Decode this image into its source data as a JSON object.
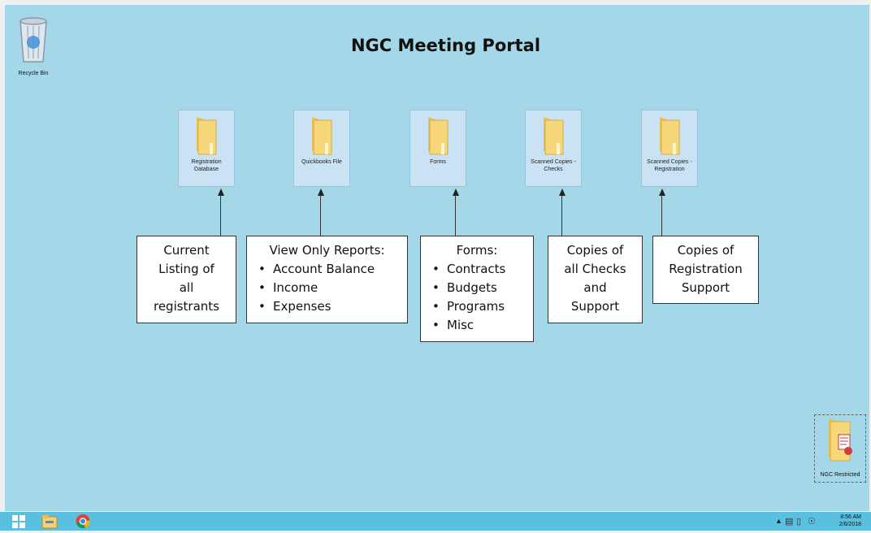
{
  "desktop": {
    "title": "NGC Meeting Portal",
    "recycle_bin": {
      "label": "Recycle Bin"
    },
    "folders": [
      {
        "label": "Registration Database"
      },
      {
        "label": "Quickbooks File"
      },
      {
        "label": "Forms"
      },
      {
        "label": "Scanned Copies - Checks"
      },
      {
        "label": "Scanned Copies - Registration"
      }
    ],
    "restricted_folder": {
      "label": "NGC Restricted"
    }
  },
  "callouts": {
    "registration": {
      "lines": [
        "Current",
        "Listing of",
        "all",
        "registrants"
      ]
    },
    "quickbooks": {
      "heading": "View Only Reports:",
      "items": [
        "Account Balance",
        "Income",
        "Expenses"
      ]
    },
    "forms": {
      "heading": "Forms:",
      "items": [
        "Contracts",
        "Budgets",
        "Programs",
        "Misc"
      ]
    },
    "checks": {
      "lines": [
        "Copies of",
        "all Checks",
        "and",
        "Support"
      ]
    },
    "scanned_registration": {
      "lines": [
        "Copies of",
        "Registration",
        "Support"
      ]
    }
  },
  "taskbar": {
    "clock_time": "8:56 AM",
    "clock_date": "2/6/2018",
    "icons": [
      "windows-start-icon",
      "file-explorer-icon",
      "chrome-icon"
    ],
    "tray_icons": [
      "chevron-up-icon",
      "network-icon",
      "keyboard-icon",
      "volume-icon"
    ]
  }
}
